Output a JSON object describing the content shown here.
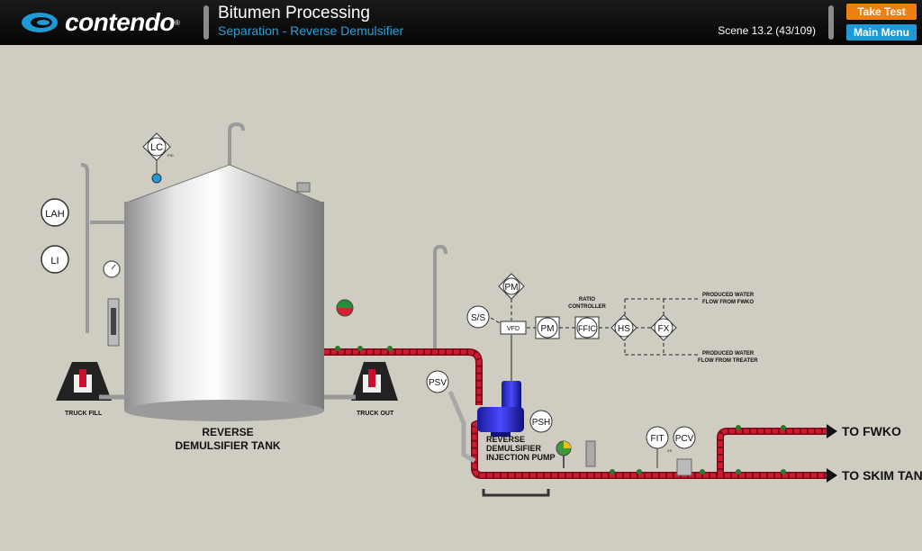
{
  "header": {
    "brand": "contendo",
    "title": "Bitumen Processing",
    "subtitle": "Separation - Reverse Demulsifier",
    "scene": "Scene 13.2 (43/109)",
    "take_test_label": "Take Test",
    "main_menu_label": "Main Menu"
  },
  "colors": {
    "header_bg": "#0d0d0d",
    "accent_blue": "#2a9fd8",
    "take_test": "#f07f12",
    "main_menu": "#1e9ad6",
    "canvas_bg": "#cfcdc2",
    "pipe_red": "#c8102e"
  },
  "diagram": {
    "tank_label_1": "REVERSE",
    "tank_label_2": "DEMULSIFIER TANK",
    "truck_fill": "TRUCK FILL",
    "truck_out": "TRUCK OUT",
    "pump_label_1": "REVERSE",
    "pump_label_2": "DEMULSIFIER",
    "pump_label_3": "INJECTION PUMP",
    "to_fwko": "TO FWKO",
    "to_skim": "TO SKIM TAN",
    "ratio_1": "RATIO",
    "ratio_2": "CONTROLLER",
    "prod_fwko_1": "PRODUCED WATER",
    "prod_fwko_2": "FLOW FROM FWKO",
    "prod_treater_1": "PRODUCED WATER",
    "prod_treater_2": "FLOW FROM TREATER",
    "instruments": {
      "lc": "LC",
      "lc_sub": "PID",
      "lah": "LAH",
      "li": "LI",
      "pm_top": "PM",
      "ss": "S/S",
      "vfd": "VFD",
      "pm": "PM",
      "ffic": "FFIC",
      "hs": "HS",
      "fx": "FX",
      "psv": "PSV",
      "psh": "PSH",
      "fit": "FIT",
      "fit_sub": "XS",
      "pcv": "PCV"
    }
  }
}
